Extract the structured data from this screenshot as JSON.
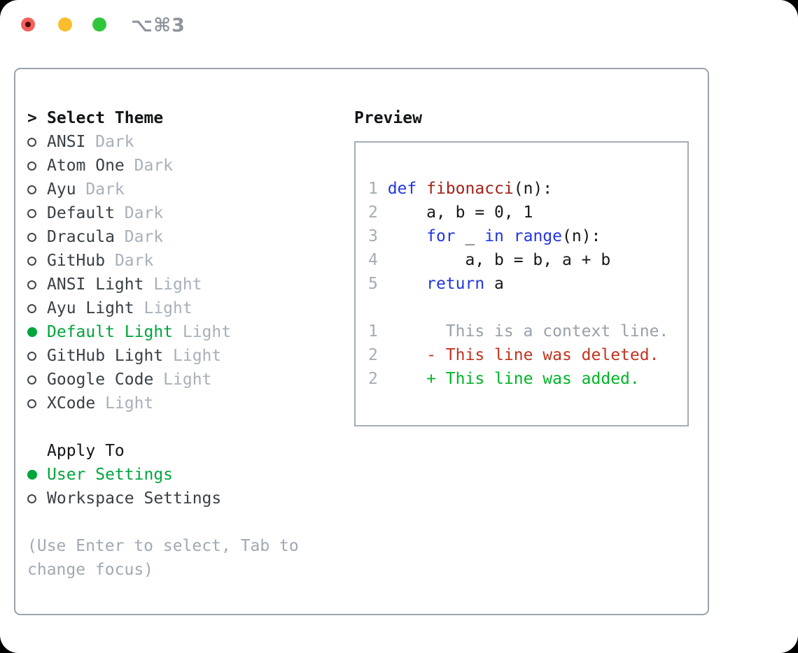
{
  "window": {
    "shortcut_label": "⌥⌘3",
    "controls": [
      "close",
      "minimize",
      "zoom"
    ]
  },
  "theme_selector": {
    "prompt": ">",
    "title": "Select Theme",
    "items": [
      {
        "label": "ANSI",
        "variant": "Dark",
        "selected": false
      },
      {
        "label": "Atom One",
        "variant": "Dark",
        "selected": false
      },
      {
        "label": "Ayu",
        "variant": "Dark",
        "selected": false
      },
      {
        "label": "Default",
        "variant": "Dark",
        "selected": false
      },
      {
        "label": "Dracula",
        "variant": "Dark",
        "selected": false
      },
      {
        "label": "GitHub",
        "variant": "Dark",
        "selected": false
      },
      {
        "label": "ANSI Light",
        "variant": "Light",
        "selected": false
      },
      {
        "label": "Ayu Light",
        "variant": "Light",
        "selected": false
      },
      {
        "label": "Default Light",
        "variant": "Light",
        "selected": true
      },
      {
        "label": "GitHub Light",
        "variant": "Light",
        "selected": false
      },
      {
        "label": "Google Code",
        "variant": "Light",
        "selected": false
      },
      {
        "label": "XCode",
        "variant": "Light",
        "selected": false
      }
    ]
  },
  "apply_to": {
    "title": "Apply To",
    "options": [
      {
        "label": "User Settings",
        "selected": true
      },
      {
        "label": "Workspace Settings",
        "selected": false
      }
    ]
  },
  "hint": "(Use Enter to select, Tab to change focus)",
  "preview": {
    "title": "Preview",
    "lines": [
      {
        "num": "1",
        "tokens": [
          [
            " ",
            "p"
          ],
          [
            "def",
            "kw"
          ],
          [
            " ",
            "p"
          ],
          [
            "fibonacci",
            "fn"
          ],
          [
            "(n):",
            "p"
          ]
        ]
      },
      {
        "num": "2",
        "tokens": [
          [
            "     a, b = 0, 1",
            "p"
          ]
        ]
      },
      {
        "num": "3",
        "tokens": [
          [
            "     ",
            "p"
          ],
          [
            "for",
            "kw"
          ],
          [
            " _ ",
            "p"
          ],
          [
            "in",
            "kw"
          ],
          [
            " ",
            "p"
          ],
          [
            "range",
            "kw"
          ],
          [
            "(n):",
            "p"
          ]
        ]
      },
      {
        "num": "4",
        "tokens": [
          [
            "         a, b = b, a + b",
            "p"
          ]
        ]
      },
      {
        "num": "5",
        "tokens": [
          [
            "     ",
            "p"
          ],
          [
            "return",
            "kw"
          ],
          [
            " a",
            "p"
          ]
        ]
      },
      {
        "num": "",
        "tokens": []
      },
      {
        "num": "1",
        "tokens": [
          [
            "       This is a context line.",
            "ctx"
          ]
        ]
      },
      {
        "num": "2",
        "tokens": [
          [
            "     ",
            "p"
          ],
          [
            "- This line was deleted.",
            "del"
          ]
        ]
      },
      {
        "num": "2",
        "tokens": [
          [
            "     ",
            "p"
          ],
          [
            "+ This line was added.",
            "add"
          ]
        ]
      }
    ]
  },
  "colors": {
    "selection_green": "#00a53c",
    "added_green": "#00b428",
    "deleted_red": "#c2331f",
    "keyword_blue": "#2236e0",
    "function_red": "#a32218",
    "context_gray": "#98a1ab",
    "line_number_gray": "#a3acb6",
    "variant_gray": "#a7b0ba",
    "item_text_dark": "#393f46",
    "hint_gray": "#a0a9b4",
    "panel_border_gray": "#9aa3ad",
    "traffic_red": "#f4605a",
    "traffic_yellow": "#fbbd2d",
    "traffic_green": "#30c63c",
    "shortcut_gray": "#8e959d"
  }
}
